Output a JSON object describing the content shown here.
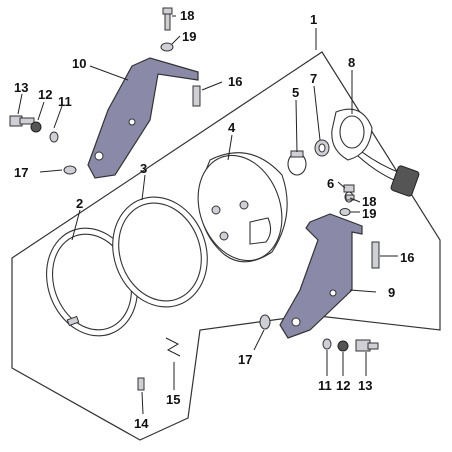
{
  "callouts": [
    {
      "id": "c1",
      "text": "1"
    },
    {
      "id": "c2",
      "text": "2"
    },
    {
      "id": "c3",
      "text": "3"
    },
    {
      "id": "c4",
      "text": "4"
    },
    {
      "id": "c5",
      "text": "5"
    },
    {
      "id": "c6",
      "text": "6"
    },
    {
      "id": "c7",
      "text": "7"
    },
    {
      "id": "c8",
      "text": "8"
    },
    {
      "id": "c9",
      "text": "9"
    },
    {
      "id": "c10",
      "text": "10"
    },
    {
      "id": "c11a",
      "text": "11"
    },
    {
      "id": "c11b",
      "text": "11"
    },
    {
      "id": "c12a",
      "text": "12"
    },
    {
      "id": "c12b",
      "text": "12"
    },
    {
      "id": "c13a",
      "text": "13"
    },
    {
      "id": "c13b",
      "text": "13"
    },
    {
      "id": "c14",
      "text": "14"
    },
    {
      "id": "c15",
      "text": "15"
    },
    {
      "id": "c16a",
      "text": "16"
    },
    {
      "id": "c16b",
      "text": "16"
    },
    {
      "id": "c17a",
      "text": "17"
    },
    {
      "id": "c17b",
      "text": "17"
    },
    {
      "id": "c18a",
      "text": "18"
    },
    {
      "id": "c18b",
      "text": "18"
    },
    {
      "id": "c19a",
      "text": "19"
    },
    {
      "id": "c19b",
      "text": "19"
    }
  ],
  "colors": {
    "bracket": "#8a8aa8",
    "line": "#333333",
    "background": "#ffffff"
  }
}
